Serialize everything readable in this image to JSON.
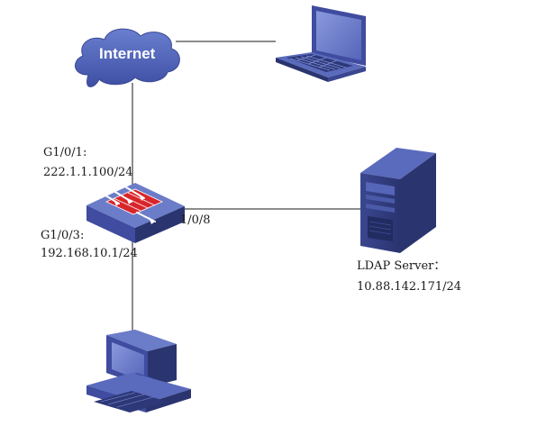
{
  "cloud": {
    "label": "Internet"
  },
  "firewall": {
    "port_up": {
      "name": "G1/0/1:",
      "ip": "222.1.1.100/24"
    },
    "port_down": {
      "name": "G1/0/3:",
      "ip": "192.168.10.1/24"
    },
    "port_right": {
      "name": "1/0/8"
    }
  },
  "server": {
    "name": "LDAP Server：",
    "ip": "10.88.142.171/24"
  },
  "colors": {
    "device_light": "#5a6bbd",
    "device_mid": "#3f4c9f",
    "device_dark": "#2a346f",
    "cloud_fill": "#4a5db3",
    "alert_red": "#d8262b",
    "line": "#1a1a1a"
  },
  "icons": [
    "cloud-icon",
    "laptop-icon",
    "firewall-icon",
    "server-icon",
    "desktop-pc-icon"
  ]
}
